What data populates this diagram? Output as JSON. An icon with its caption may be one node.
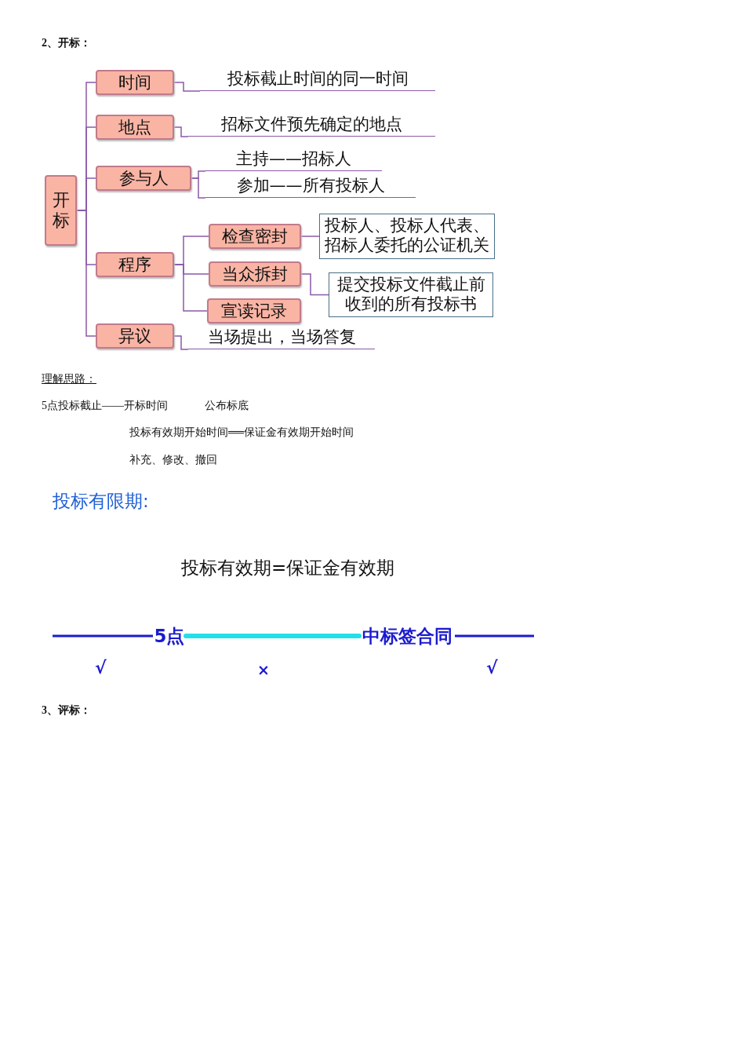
{
  "diagram": {
    "nodes": [
      {
        "text": [
          "开标"
        ]
      },
      {
        "text": [
          "时间"
        ]
      },
      {
        "text": [
          "地点"
        ]
      },
      {
        "text": [
          "参与人"
        ]
      },
      {
        "text": [
          "程序"
        ]
      },
      {
        "text": [
          "异议"
        ]
      },
      {
        "text": [
          "投标截止时间的同一时间"
        ]
      },
      {
        "text": [
          "招标文件预先确定的地点"
        ]
      },
      {
        "text": [
          "主持——招标人"
        ]
      },
      {
        "text": [
          "参加——所有投标人"
        ]
      },
      {
        "text": [
          "检查密封"
        ]
      },
      {
        "text": [
          "当众拆封"
        ]
      },
      {
        "text": [
          "宣读记录"
        ]
      },
      {
        "text": [
          "投标人、投标人代表、招标人委托的公证机关"
        ]
      },
      {
        "text": [
          "提交投标文件截止前收到的所有投标书"
        ]
      },
      {
        "text": [
          "当场提出，当场答复"
        ]
      },
      {
        "text": [
          "5点"
        ]
      },
      {
        "text": [
          "中标签合同"
        ]
      }
    ],
    "edges": [
      {
        "from": 0,
        "to": 1,
        "arrow": "none"
      },
      {
        "from": 0,
        "to": 2,
        "arrow": "none"
      },
      {
        "from": 0,
        "to": 3,
        "arrow": "none"
      },
      {
        "from": 0,
        "to": 4,
        "arrow": "none"
      },
      {
        "from": 0,
        "to": 5,
        "arrow": "none"
      },
      {
        "from": 1,
        "to": 6,
        "arrow": "none"
      },
      {
        "from": 2,
        "to": 7,
        "arrow": "none"
      },
      {
        "from": 3,
        "to": 8,
        "arrow": "none"
      },
      {
        "from": 3,
        "to": 9,
        "arrow": "none"
      },
      {
        "from": 4,
        "to": 10,
        "arrow": "none"
      },
      {
        "from": 4,
        "to": 11,
        "arrow": "none"
      },
      {
        "from": 4,
        "to": 12,
        "arrow": "none"
      },
      {
        "from": 10,
        "to": 13,
        "arrow": "none"
      },
      {
        "from": 11,
        "to": 14,
        "arrow": "none"
      },
      {
        "from": 5,
        "to": 15,
        "arrow": "none"
      },
      {
        "from": null,
        "to": 16,
        "arrow": "none",
        "color": "#1a1ad0"
      },
      {
        "from": 16,
        "to": 17,
        "arrow": "none",
        "style": "thick",
        "color": "#22e0e8"
      },
      {
        "from": 17,
        "to": null,
        "arrow": "none",
        "color": "#1a1ad0"
      }
    ],
    "labels": [
      "2、开标：",
      "理解思路：",
      "5点投标截止——开标时间",
      "公布标底",
      "投标有效期开始时间══保证金有效期开始时间",
      "补充、修改、撤回",
      "投标有限期:",
      "投标有效期=保证金有效期",
      "√",
      "×",
      "√",
      "3、评标："
    ]
  }
}
